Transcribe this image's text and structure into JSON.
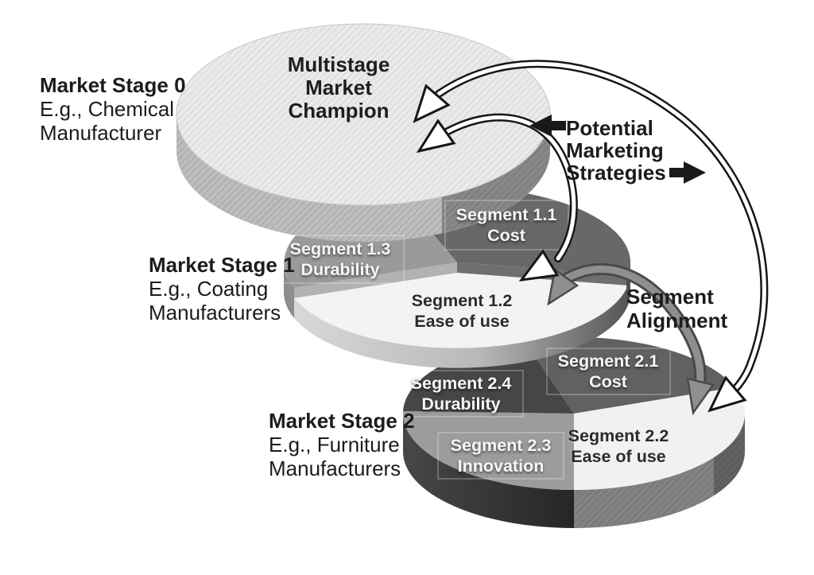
{
  "figure": {
    "stage0": {
      "label": "Market Stage 0",
      "example": [
        "E.g., Chemical",
        "Manufacturer"
      ],
      "disc_title": [
        "Multistage",
        "Market",
        "Champion"
      ]
    },
    "stage1": {
      "label": "Market Stage 1",
      "example": [
        "E.g., Coating",
        "Manufacturers"
      ],
      "segments": {
        "s11": {
          "name": "Segment 1.1",
          "attr": "Cost"
        },
        "s12": {
          "name": "Segment 1.2",
          "attr": "Ease of use"
        },
        "s13": {
          "name": "Segment 1.3",
          "attr": "Durability"
        }
      }
    },
    "stage2": {
      "label": "Market Stage 2",
      "example": [
        "E.g., Furniture",
        "Manufacturers"
      ],
      "segments": {
        "s21": {
          "name": "Segment 2.1",
          "attr": "Cost"
        },
        "s22": {
          "name": "Segment 2.2",
          "attr": "Ease of use"
        },
        "s23": {
          "name": "Segment 2.3",
          "attr": "Innovation"
        },
        "s24": {
          "name": "Segment 2.4",
          "attr": "Durability"
        }
      }
    },
    "annotations": {
      "strategies": [
        "Potential",
        "Marketing",
        "Strategies"
      ],
      "alignment": [
        "Segment",
        "Alignment"
      ]
    },
    "colors": {
      "background": "#ffffff",
      "text_dark": "#1c1c1c",
      "segment_dark": "#646464",
      "segment_darkest": "#474747",
      "segment_medium": "#9b9b9b",
      "segment_light": "#f2f2f2",
      "disc_light": "#eaeaea",
      "arrow_outline": "#161616",
      "arrow_gray": "#8f8f8f"
    }
  }
}
